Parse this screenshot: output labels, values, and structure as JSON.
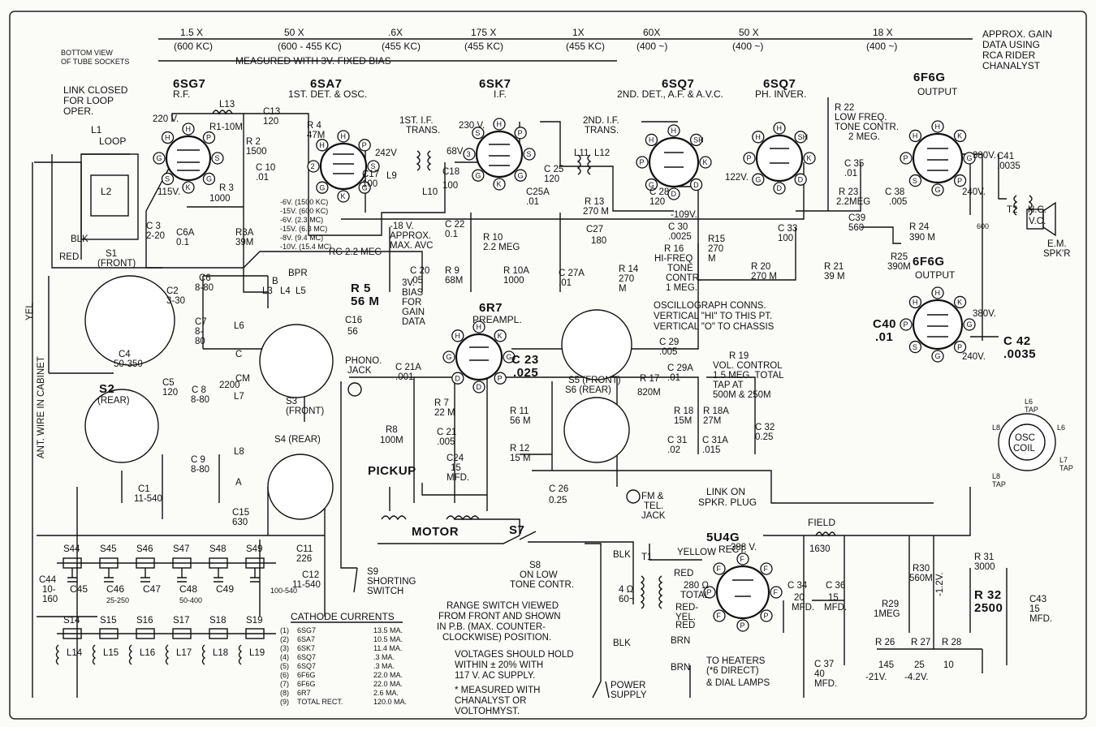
{
  "header": {
    "bottom_view": "BOTTOM VIEW",
    "of_tube_sockets": "OF TUBE SOCKETS",
    "measured_note": "MEASURED WITH 3V. FIXED BIAS",
    "gains": [
      {
        "gain": "1.5 X",
        "freq": "(600 KC)"
      },
      {
        "gain": "50 X",
        "freq": "(600 - 455 KC)"
      },
      {
        "gain": ".6X",
        "freq": "(455 KC)"
      },
      {
        "gain": "175 X",
        "freq": "(455 KC)"
      },
      {
        "gain": "1X",
        "freq": "(455 KC)"
      },
      {
        "gain": "60X",
        "freq": "(400 ~)"
      },
      {
        "gain": "50 X",
        "freq": "(400 ~)"
      },
      {
        "gain": "18 X",
        "freq": "(400 ~)"
      }
    ],
    "approx_gain": [
      "APPROX. GAIN",
      "DATA USING",
      "RCA RIDER",
      "CHANALYST"
    ]
  },
  "tubes": [
    {
      "type": "6SG7",
      "role": "R.F."
    },
    {
      "type": "6SA7",
      "role": "1ST. DET. & OSC."
    },
    {
      "type": "6SK7",
      "role": "I.F."
    },
    {
      "type": "6SQ7",
      "role": "2ND. DET., A.F. & A.V.C."
    },
    {
      "type": "6SQ7",
      "role": "PH. INVER."
    },
    {
      "type": "6F6G",
      "role": "OUTPUT"
    },
    {
      "type": "6F6G",
      "role": "OUTPUT"
    },
    {
      "type": "6R7",
      "role": "PREAMPL."
    },
    {
      "type": "5U4G",
      "role": "RECT."
    }
  ],
  "link_note": [
    "LINK CLOSED",
    "FOR LOOP",
    "OPER."
  ],
  "loop": [
    "L1",
    "LOOP",
    "L2"
  ],
  "components": {
    "l13": "L13",
    "r1": "R1-10M",
    "r2": [
      "R 2",
      "1500"
    ],
    "c13": [
      "C13",
      "120"
    ],
    "c10": [
      "C 10",
      ".01"
    ],
    "r3": [
      "R 3",
      "1000"
    ],
    "r4": [
      "R 4",
      "47M"
    ],
    "v220": "220 V.",
    "v115": "115V.",
    "c3": [
      "C 3",
      "2-20"
    ],
    "c6a": [
      "C6A",
      "0.1"
    ],
    "r3a": [
      "R3A",
      "39M"
    ],
    "blk": "BLK",
    "red": "RED",
    "s1": [
      "S1",
      "(FRONT)"
    ],
    "yel": "YEL",
    "c2": [
      "C2",
      "3-30"
    ],
    "c6": [
      "C6",
      "8-80"
    ],
    "c4": [
      "C4",
      "50-350"
    ],
    "c7": [
      "C7",
      "8-",
      "80"
    ],
    "l6": "L6",
    "b": "B",
    "c": "C",
    "bpr": "BPR",
    "l3": "L3",
    "l4": "L4",
    "l5": "L5",
    "c5": [
      "C5",
      "120"
    ],
    "cm": "CM",
    "s2": [
      "S2",
      "(REAR)"
    ],
    "c8": [
      "C 8",
      "8-80"
    ],
    "l7": "L7",
    "v2200": "2200",
    "s3": [
      "S3",
      "(FRONT)"
    ],
    "s4": "S4 (REAR)",
    "c9": [
      "C 9",
      "8-80"
    ],
    "l8": "L8",
    "a": "A",
    "c1": [
      "C1",
      "11-540"
    ],
    "c15": [
      "C15",
      "630"
    ],
    "c11": [
      "C11",
      "226"
    ],
    "c12": [
      "C12",
      "11-540"
    ],
    "ant": "ANT. WIRE IN CABINET",
    "bias_list": [
      "-6V. (1500 KC)",
      "-15V. (600 KC)",
      "-6V. (2.3 MC)",
      "-15V. (6.3 MC)",
      "-8V. (9.4 MC)",
      "-10V. (15.4 MC)"
    ],
    "rg": [
      "RG",
      "2.2 MEG"
    ],
    "r5": [
      "R 5",
      "56 M"
    ],
    "c16": [
      "C16",
      "56"
    ],
    "bias3v": [
      "3V.",
      "BIAS",
      "FOR",
      "GAIN",
      "DATA"
    ],
    "avc": [
      "-18 V.",
      "APPROX.",
      "MAX. AVC"
    ],
    "if1": [
      "1ST. I.F.",
      "TRANS."
    ],
    "v242": "242V",
    "c17": [
      "C17",
      "100"
    ],
    "l9": "L9",
    "l10": "L10",
    "c18": [
      "C18",
      "100"
    ],
    "c22": [
      "C 22",
      "0.1"
    ],
    "c20": [
      "C 20",
      ".05"
    ],
    "r9": [
      "R 9",
      "68M"
    ],
    "r10": [
      "R 10",
      "2.2 MEG"
    ],
    "r10a": [
      "R 10A",
      "1000"
    ],
    "c27a": [
      "C 27A",
      ".01"
    ],
    "v230": "230 V.",
    "v68": "68V.",
    "c25": [
      "C 25",
      "120"
    ],
    "c25a": [
      "C25A",
      ".01"
    ],
    "if2": [
      "2ND. I.F.",
      "TRANS."
    ],
    "l11": "L11",
    "l12": "L12",
    "r13": [
      "R 13",
      "270 M"
    ],
    "c27": [
      "C27",
      "180"
    ],
    "c28": [
      "C 28",
      "120"
    ],
    "v109": "-109V.",
    "c30": [
      "C 30",
      ".0025"
    ],
    "r15": [
      "R15",
      "270",
      "M"
    ],
    "r16": [
      "R 16",
      "HI-FREQ",
      "TONE",
      "CONTR.",
      "1 MEG."
    ],
    "r14": [
      "R 14",
      "270",
      "M"
    ],
    "v122": "122V.",
    "c33": [
      "C 33",
      "100"
    ],
    "r20": [
      "R 20",
      "270 M"
    ],
    "r21": [
      "R 21",
      "39 M"
    ],
    "r22": [
      "R 22",
      "LOW FREQ.",
      "TONE CONTR.",
      "2 MEG."
    ],
    "c35": [
      "C 35",
      ".01"
    ],
    "r23": [
      "R 23",
      "2.2MEG"
    ],
    "c38": [
      "C 38",
      ".005"
    ],
    "c39": [
      "C39",
      "560"
    ],
    "r24": [
      "R 24",
      "390 M"
    ],
    "r25": [
      "R25",
      "390M"
    ],
    "v380a": "380V.",
    "v240a": "240V.",
    "c41": [
      "C41",
      ".0035"
    ],
    "t2": "T2",
    "hc": "H.C.",
    "vc": "V.C.",
    "v600": "600",
    "spkr": [
      "E.M.",
      "SPK'R"
    ],
    "v380b": "380V.",
    "v240b": "240V.",
    "c40": [
      "C40",
      ".01"
    ],
    "c42": [
      "C 42",
      ".0035"
    ],
    "phono": [
      "PHONO.",
      "JACK"
    ],
    "c21a": [
      "C 21A",
      ".001"
    ],
    "r7": [
      "R 7",
      "22 M"
    ],
    "r8": [
      "R8",
      "100M"
    ],
    "c21": [
      "C 21",
      ".005"
    ],
    "c24": [
      "C24",
      "15",
      "MFD."
    ],
    "r11": [
      "R 11",
      "56 M"
    ],
    "r12": [
      "R 12",
      "15 M"
    ],
    "c23": [
      "C 23",
      ".025"
    ],
    "c29": [
      "C 29",
      ".005"
    ],
    "c29a": [
      "C 29A",
      ".01"
    ],
    "r17": [
      "R 17",
      "820M"
    ],
    "r18": [
      "R 18",
      "15M"
    ],
    "r18a": [
      "R 18A",
      "27M"
    ],
    "c31": [
      "C 31",
      ".02"
    ],
    "c31a": [
      "C 31A",
      ".015"
    ],
    "c32": [
      "C 32",
      "0.25"
    ],
    "r19": [
      "R 19",
      "VOL. CONTROL",
      "1.5 MEG. TOTAL",
      "TAP AT",
      "500M & 250M"
    ],
    "s5": "S5 (FRONT)",
    "s6": "S6 (REAR)",
    "oscillo": [
      "OSCILLOGRAPH CONNS.",
      "VERTICAL \"HI\" TO THIS PT.",
      "VERTICAL \"O\" TO CHASSIS"
    ],
    "pickup": "PICKUP",
    "c26": [
      "C 26",
      "0.25"
    ],
    "fm": [
      "FM &",
      "TEL.",
      "JACK"
    ],
    "motor": "MOTOR",
    "s7": "S7",
    "s8": [
      "S8",
      "ON LOW",
      "TONE CONTR."
    ],
    "s9": [
      "S9",
      "SHORTING",
      "SWITCH"
    ],
    "link_on": [
      "LINK ON",
      "SPKR. PLUG"
    ],
    "field": [
      "FIELD",
      "1630"
    ],
    "t1": "T1",
    "yellow": "YELLOW",
    "v388": "388 V.",
    "t1blk": "BLK",
    "t1blk2": "BLK",
    "t1red": [
      "RED",
      "280 Ω",
      "TOTAL",
      "RED-",
      "YEL.",
      "RED"
    ],
    "v4ohm": [
      "4 Ω",
      "60~"
    ],
    "brn1": "BRN",
    "brn2": "BRN",
    "heaters": [
      "TO HEATERS",
      "(*6 DIRECT)",
      "& DIAL LAMPS"
    ],
    "power": [
      "POWER",
      "SUPPLY"
    ],
    "c34": [
      "C 34",
      "20",
      "MFD."
    ],
    "c36": [
      "C 36",
      "15",
      "MFD."
    ],
    "c37": [
      "C 37",
      "40",
      "MFD."
    ],
    "r29": [
      "R29",
      "1MEG"
    ],
    "r30": [
      "R30",
      "560M"
    ],
    "r31": [
      "R 31",
      "3000"
    ],
    "r32": [
      "R 32",
      "2500"
    ],
    "c43": [
      "C43",
      "15",
      "MFD."
    ],
    "r26": [
      "R 26",
      "145",
      "-21V."
    ],
    "r27": [
      "R 27",
      "25",
      "-4.2V."
    ],
    "r28": [
      "R 28",
      "10"
    ],
    "v12": "-1.2V.",
    "osc_coil": [
      "OSC",
      "COIL"
    ],
    "osc_labels": [
      "L6",
      "TAP",
      "L8",
      "L6",
      "L8",
      "TAP",
      "L7",
      "TAP"
    ]
  },
  "switch_bank_top": [
    {
      "s": "S44",
      "c": "C45",
      "v": ""
    },
    {
      "s": "S45",
      "c": "C46",
      "v": "25-250"
    },
    {
      "s": "S46",
      "c": "C47",
      "v": ""
    },
    {
      "s": "S47",
      "c": "C48",
      "v": "50-400"
    },
    {
      "s": "S48",
      "c": "C49",
      "v": ""
    },
    {
      "s": "S49",
      "c": "",
      "v": "100-540"
    }
  ],
  "c44": [
    "C44",
    "10-",
    "160"
  ],
  "switch_bank_bottom": [
    {
      "s": "S14",
      "l": "L14"
    },
    {
      "s": "S15",
      "l": "L15"
    },
    {
      "s": "S16",
      "l": "L16"
    },
    {
      "s": "S17",
      "l": "L17"
    },
    {
      "s": "S18",
      "l": "L18"
    },
    {
      "s": "S19",
      "l": "L19"
    }
  ],
  "cathode": {
    "title": "CATHODE CURRENTS",
    "rows": [
      {
        "n": "(1)",
        "tube": "6SG7",
        "val": "13.5 MA."
      },
      {
        "n": "(2)",
        "tube": "6SA7",
        "val": "10.5 MA."
      },
      {
        "n": "(3)",
        "tube": "6SK7",
        "val": "11.4 MA."
      },
      {
        "n": "(4)",
        "tube": "6SQ7",
        "val": ".3 MA."
      },
      {
        "n": "(5)",
        "tube": "6SQ7",
        "val": ".3 MA."
      },
      {
        "n": "(6)",
        "tube": "6F6G",
        "val": "22.0 MA."
      },
      {
        "n": "(7)",
        "tube": "6F6G",
        "val": "22.0 MA."
      },
      {
        "n": "(8)",
        "tube": "6R7",
        "val": "2.6 MA."
      },
      {
        "n": "(9)",
        "tube": "TOTAL RECT.",
        "val": "120.0 MA."
      }
    ]
  },
  "notes": {
    "range": [
      "RANGE SWITCH VIEWED",
      "FROM FRONT AND SHOWN",
      "IN P.B. (MAX. COUNTER-",
      "CLOCKWISE) POSITION."
    ],
    "voltages": [
      "VOLTAGES SHOULD HOLD",
      "WITHIN ± 20% WITH",
      "117 V. AC SUPPLY."
    ],
    "measured": [
      "* MEASURED WITH",
      "CHANALYST OR",
      "VOLTOHMYST."
    ]
  }
}
